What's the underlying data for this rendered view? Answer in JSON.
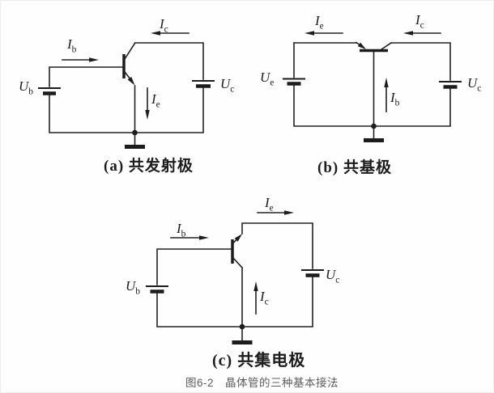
{
  "figure": {
    "caption": "图6-2　晶体管的三种基本接法",
    "line_color": "#222222",
    "caption_color": "#5c5c5c",
    "circuits": [
      {
        "name": "common-emitter",
        "caption": "(a) 共发射极",
        "labels": {
          "ib": {
            "main": "I",
            "sub": "b"
          },
          "ic": {
            "main": "I",
            "sub": "c"
          },
          "ie": {
            "main": "I",
            "sub": "e"
          },
          "ub": {
            "main": "U",
            "sub": "b"
          },
          "uc": {
            "main": "U",
            "sub": "c"
          }
        }
      },
      {
        "name": "common-base",
        "caption": "(b) 共基极",
        "labels": {
          "ie": {
            "main": "I",
            "sub": "e"
          },
          "ic": {
            "main": "I",
            "sub": "c"
          },
          "ib": {
            "main": "I",
            "sub": "b"
          },
          "ue": {
            "main": "U",
            "sub": "e"
          },
          "uc": {
            "main": "U",
            "sub": "c"
          }
        }
      },
      {
        "name": "common-collector",
        "caption": "(c) 共集电极",
        "labels": {
          "ib": {
            "main": "I",
            "sub": "b"
          },
          "ie": {
            "main": "I",
            "sub": "e"
          },
          "ic": {
            "main": "I",
            "sub": "c"
          },
          "ub": {
            "main": "U",
            "sub": "b"
          },
          "uc": {
            "main": "U",
            "sub": "c"
          }
        }
      }
    ]
  }
}
